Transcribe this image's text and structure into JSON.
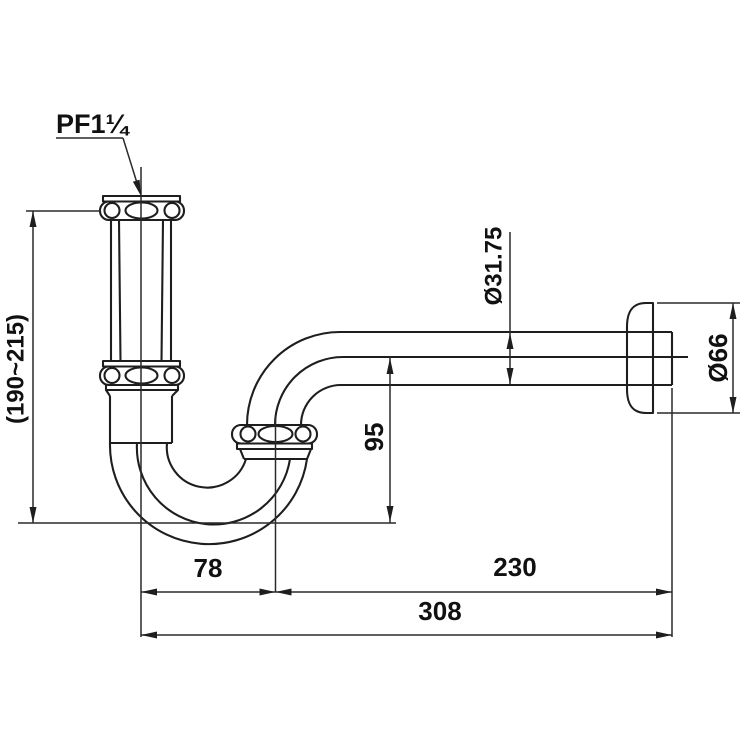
{
  "drawing": {
    "type": "technical-dimension-drawing",
    "part": "bottle/P-trap siphon side view",
    "thread_label": "PF1¼",
    "dims": {
      "height_range": "(190~215)",
      "pipe_outer_diameter": "Ø31.75",
      "flange_diameter": "Ø66",
      "trap_depth": "95",
      "leg_spacing": "78",
      "outlet_run": "230",
      "overall_length": "308"
    },
    "colors": {
      "line": "#1e1e1e",
      "text": "#111111",
      "background": "#ffffff"
    }
  }
}
